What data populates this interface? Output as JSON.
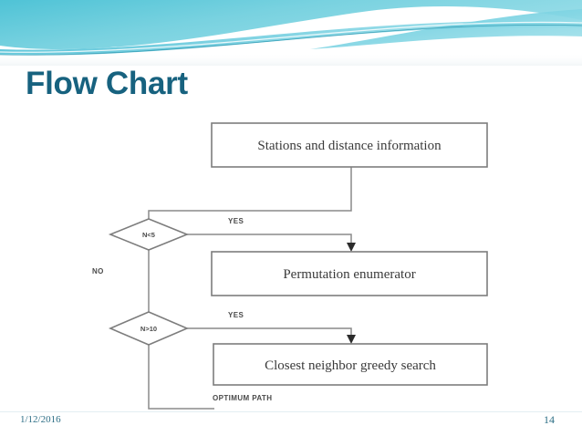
{
  "slide": {
    "title": "Flow Chart",
    "title_color": "#17627f",
    "accent_color": "#55c3d8",
    "background_color": "#ffffff"
  },
  "footer": {
    "date": "1/12/2016",
    "page_number": "14",
    "text_color": "#2e6f86"
  },
  "chart_data": {
    "type": "diagram",
    "title": "Flow Chart",
    "diagram_kind": "flowchart",
    "nodes": [
      {
        "id": "n1",
        "shape": "process",
        "label": "Stations and distance information"
      },
      {
        "id": "d1",
        "shape": "decision",
        "label": "N<5"
      },
      {
        "id": "n2",
        "shape": "process",
        "label": "Permutation enumerator"
      },
      {
        "id": "d2",
        "shape": "decision",
        "label": "N>10"
      },
      {
        "id": "n3",
        "shape": "process",
        "label": "Closest neighbor greedy search"
      }
    ],
    "edges": [
      {
        "from": "n1",
        "to": "d1",
        "label": ""
      },
      {
        "from": "d1",
        "to": "n2",
        "label": "YES"
      },
      {
        "from": "d1",
        "to": "d2",
        "label": "NO"
      },
      {
        "from": "d2",
        "to": "n3",
        "label": "YES"
      },
      {
        "from": "d2",
        "to": "output",
        "label": "OPTIMUM PATH"
      }
    ],
    "edge_labels": {
      "yes_top": "YES",
      "no_left": "NO",
      "yes_bottom": "YES",
      "optimum": "OPTIMUM PATH"
    },
    "shape_stroke": "#7d7d7d",
    "shape_fill": "#ffffff"
  }
}
